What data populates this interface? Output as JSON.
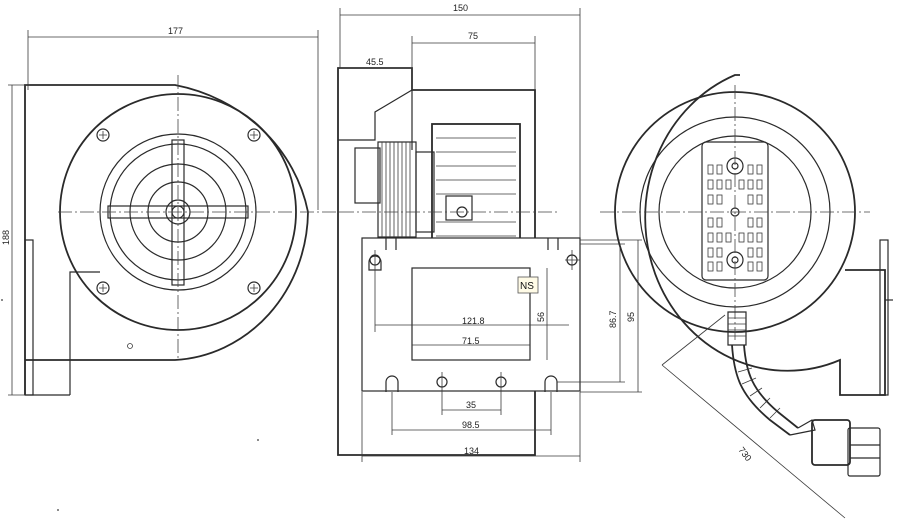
{
  "dimensions": {
    "front_width": "177",
    "height_left": "188",
    "overall_width": "150",
    "impeller_width": "75",
    "offset": "45.5",
    "flange_width": "121.8",
    "inner_width": "71.5",
    "height_56": "56",
    "height_86": "86.7",
    "height_95": "95",
    "hole_spacing": "35",
    "bolt_spacing": "98.5",
    "base_width": "134",
    "cable_length": "730"
  },
  "labels": {
    "ns": "NS"
  }
}
